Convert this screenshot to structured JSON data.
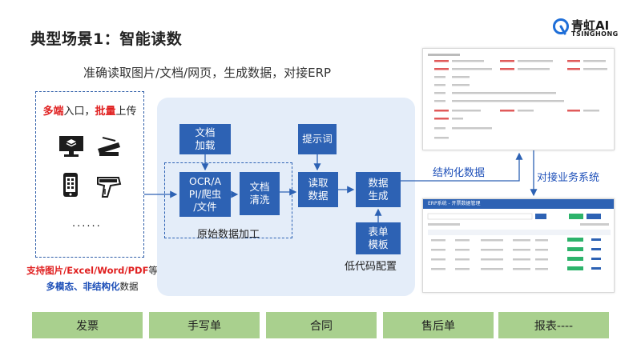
{
  "title": "典型场景1：智能读数",
  "brand": {
    "name": "青虹AI",
    "sub": "TSINGHONG"
  },
  "subtitle": "准确读取图片/文档/网页，生成数据，对接ERP",
  "inputs": {
    "title_part1": "多端",
    "title_part2": "入口，",
    "title_part3": "批量",
    "title_part4": "上传",
    "ellipsis": "......",
    "note_line1_red": "支持图片/Excel/Word/PDF",
    "note_line1_tail": "等",
    "note_line2_blue": "多模态、非结构化",
    "note_line2_tail": "数据",
    "icons": [
      "desktop-icon",
      "scanner-icon",
      "phone-icon",
      "barcode-scanner-icon"
    ]
  },
  "pipeline": {
    "load": [
      "文档",
      "加载"
    ],
    "ocr": [
      "OCR/A",
      "PI/爬虫",
      "/文件"
    ],
    "clean": [
      "文档",
      "清洗"
    ],
    "raw_label": "原始数据加工",
    "prompt": "提示词",
    "read": [
      "读取",
      "数据"
    ],
    "gen": [
      "数据",
      "生成"
    ],
    "form": [
      "表单",
      "模板"
    ],
    "lowcode_label": "低代码配置"
  },
  "outputs": {
    "structured": "结构化数据",
    "erp_connect": "对接业务系统",
    "erp_title": "ERP系统 - 开票数据管理"
  },
  "categories": [
    "发票",
    "手写单",
    "合同",
    "售后单",
    "报表----"
  ],
  "colors": {
    "primary": "#2d62b4",
    "panel": "#e4edf9",
    "category": "#a9d08e",
    "red": "#e02020"
  }
}
